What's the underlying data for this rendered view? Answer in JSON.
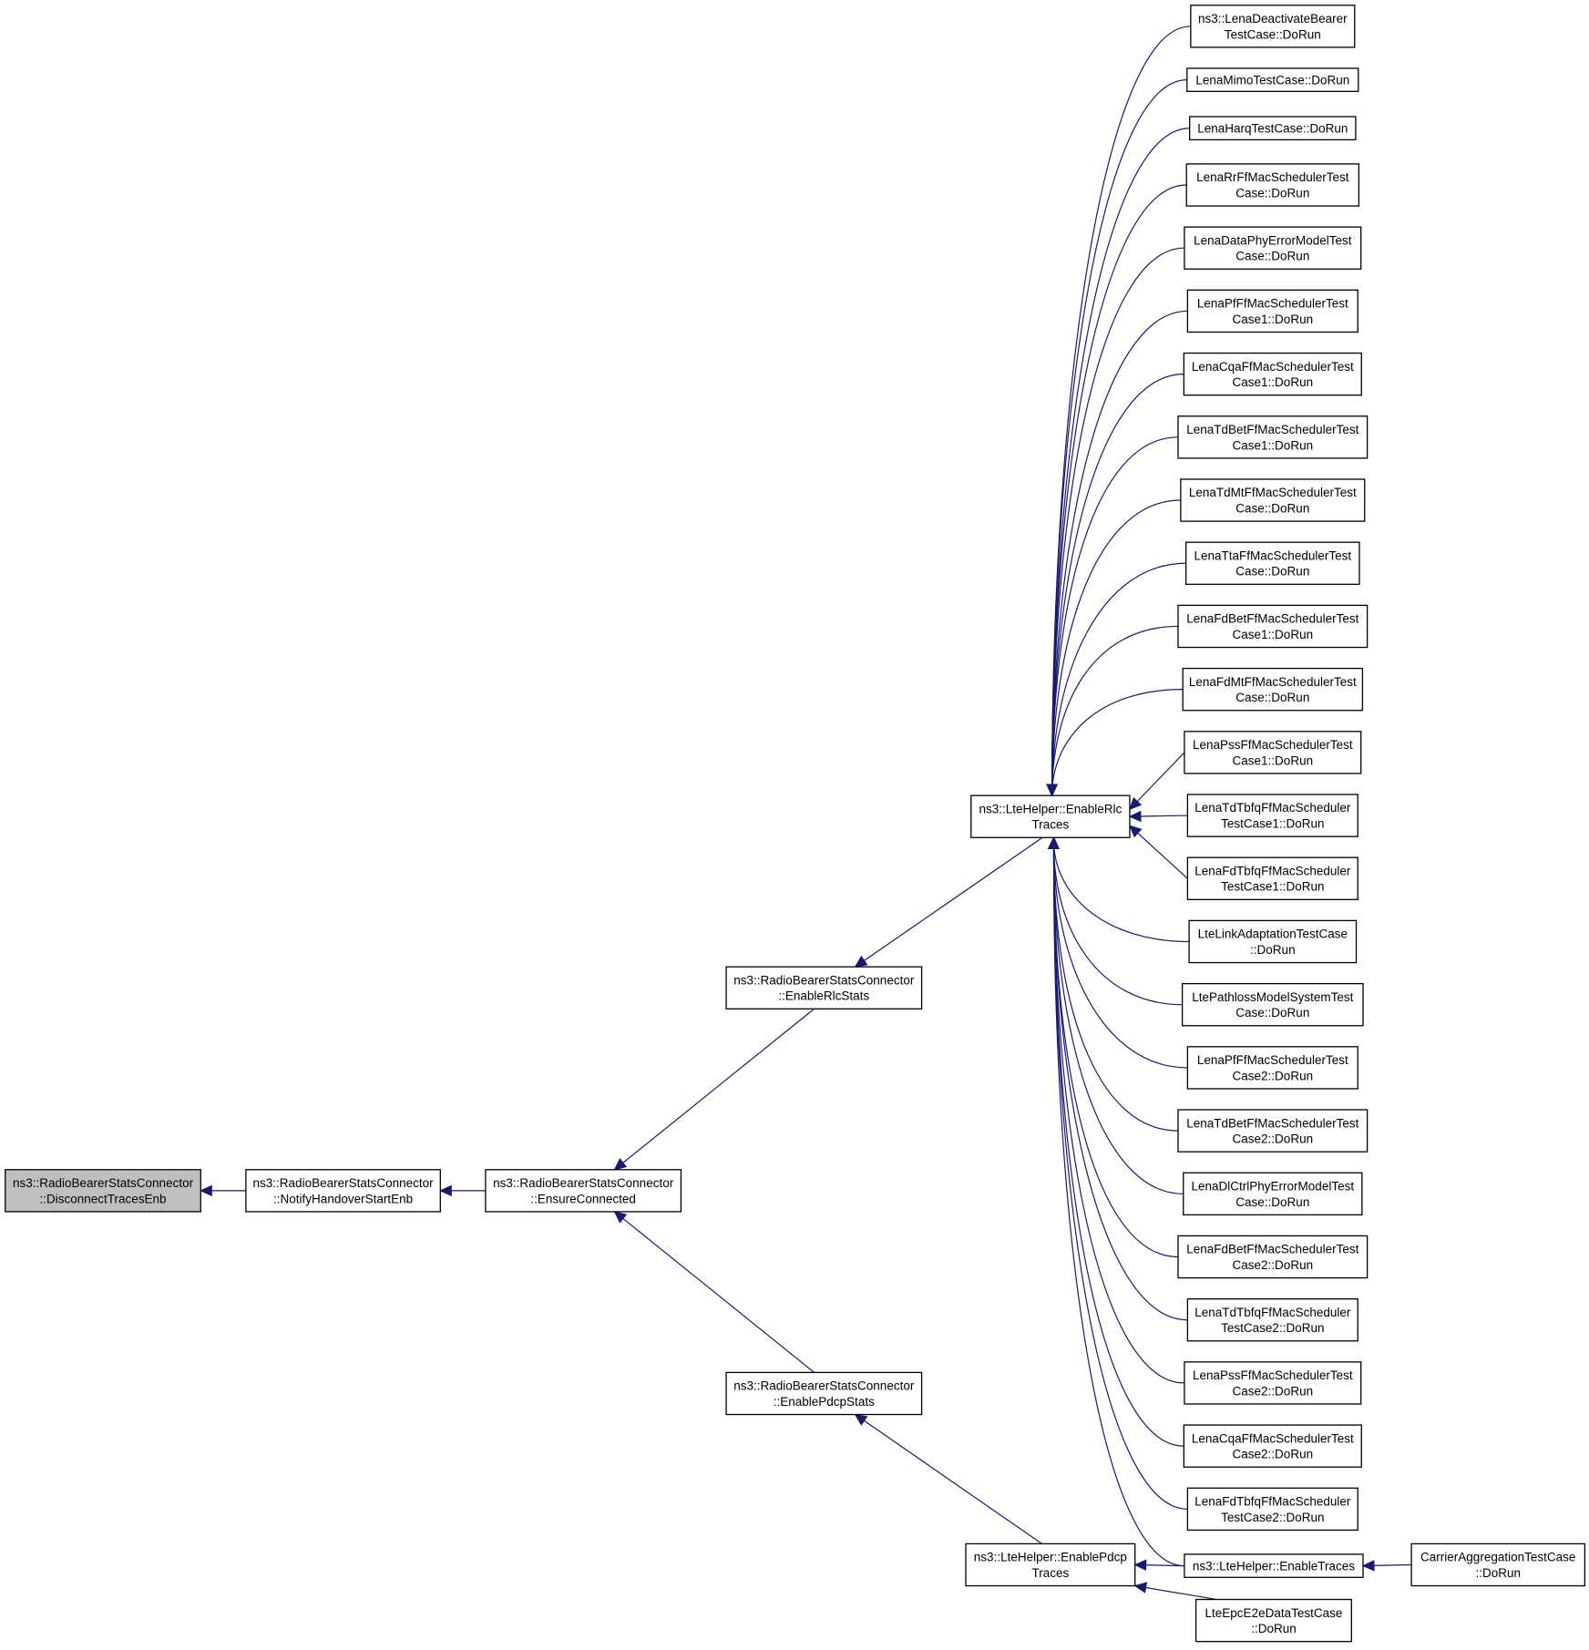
{
  "nodes": [
    {
      "id": "root",
      "lines": [
        "ns3::RadioBearerStatsConnector",
        "::DisconnectTracesEnb"
      ],
      "highlighted": true
    },
    {
      "id": "notify",
      "lines": [
        "ns3::RadioBearerStatsConnector",
        "::NotifyHandoverStartEnb"
      ]
    },
    {
      "id": "ensure",
      "lines": [
        "ns3::RadioBearerStatsConnector",
        "::EnsureConnected"
      ]
    },
    {
      "id": "rlcstats",
      "lines": [
        "ns3::RadioBearerStatsConnector",
        "::EnableRlcStats"
      ]
    },
    {
      "id": "pdcpstats",
      "lines": [
        "ns3::RadioBearerStatsConnector",
        "::EnablePdcpStats"
      ]
    },
    {
      "id": "rlctraces",
      "lines": [
        "ns3::LteHelper::EnableRlc",
        "Traces"
      ]
    },
    {
      "id": "pdcptraces",
      "lines": [
        "ns3::LteHelper::EnablePdcp",
        "Traces"
      ]
    },
    {
      "id": "t0",
      "lines": [
        "ns3::LenaDeactivateBearer",
        "TestCase::DoRun"
      ]
    },
    {
      "id": "t1",
      "lines": [
        "LenaMimoTestCase::DoRun"
      ]
    },
    {
      "id": "t2",
      "lines": [
        "LenaHarqTestCase::DoRun"
      ]
    },
    {
      "id": "t3",
      "lines": [
        "LenaRrFfMacSchedulerTest",
        "Case::DoRun"
      ]
    },
    {
      "id": "t4",
      "lines": [
        "LenaDataPhyErrorModelTest",
        "Case::DoRun"
      ]
    },
    {
      "id": "t5",
      "lines": [
        "LenaPfFfMacSchedulerTest",
        "Case1::DoRun"
      ]
    },
    {
      "id": "t6",
      "lines": [
        "LenaCqaFfMacSchedulerTest",
        "Case1::DoRun"
      ]
    },
    {
      "id": "t7",
      "lines": [
        "LenaTdBetFfMacSchedulerTest",
        "Case1::DoRun"
      ]
    },
    {
      "id": "t8",
      "lines": [
        "LenaTdMtFfMacSchedulerTest",
        "Case::DoRun"
      ]
    },
    {
      "id": "t9",
      "lines": [
        "LenaTtaFfMacSchedulerTest",
        "Case::DoRun"
      ]
    },
    {
      "id": "t10",
      "lines": [
        "LenaFdBetFfMacSchedulerTest",
        "Case1::DoRun"
      ]
    },
    {
      "id": "t11",
      "lines": [
        "LenaFdMtFfMacSchedulerTest",
        "Case::DoRun"
      ]
    },
    {
      "id": "t12",
      "lines": [
        "LenaPssFfMacSchedulerTest",
        "Case1::DoRun"
      ]
    },
    {
      "id": "t13",
      "lines": [
        "LenaTdTbfqFfMacScheduler",
        "TestCase1::DoRun"
      ]
    },
    {
      "id": "t14",
      "lines": [
        "LenaFdTbfqFfMacScheduler",
        "TestCase1::DoRun"
      ]
    },
    {
      "id": "t15",
      "lines": [
        "LteLinkAdaptationTestCase",
        "::DoRun"
      ]
    },
    {
      "id": "t16",
      "lines": [
        "LtePathlossModelSystemTest",
        "Case::DoRun"
      ]
    },
    {
      "id": "t17",
      "lines": [
        "LenaPfFfMacSchedulerTest",
        "Case2::DoRun"
      ]
    },
    {
      "id": "t18",
      "lines": [
        "LenaTdBetFfMacSchedulerTest",
        "Case2::DoRun"
      ]
    },
    {
      "id": "t19",
      "lines": [
        "LenaDlCtrlPhyErrorModelTest",
        "Case::DoRun"
      ]
    },
    {
      "id": "t20",
      "lines": [
        "LenaFdBetFfMacSchedulerTest",
        "Case2::DoRun"
      ]
    },
    {
      "id": "t21",
      "lines": [
        "LenaTdTbfqFfMacScheduler",
        "TestCase2::DoRun"
      ]
    },
    {
      "id": "t22",
      "lines": [
        "LenaPssFfMacSchedulerTest",
        "Case2::DoRun"
      ]
    },
    {
      "id": "t23",
      "lines": [
        "LenaCqaFfMacSchedulerTest",
        "Case2::DoRun"
      ]
    },
    {
      "id": "t24",
      "lines": [
        "LenaFdTbfqFfMacScheduler",
        "TestCase2::DoRun"
      ]
    },
    {
      "id": "enabletraces",
      "lines": [
        "ns3::LteHelper::EnableTraces"
      ]
    },
    {
      "id": "e2e",
      "lines": [
        "LteEpcE2eDataTestCase",
        "::DoRun"
      ]
    },
    {
      "id": "carrier",
      "lines": [
        "CarrierAggregationTestCase",
        "::DoRun"
      ]
    }
  ],
  "edges": [
    {
      "from": "notify",
      "to": "root"
    },
    {
      "from": "ensure",
      "to": "notify"
    },
    {
      "from": "rlcstats",
      "to": "ensure"
    },
    {
      "from": "pdcpstats",
      "to": "ensure"
    },
    {
      "from": "rlctraces",
      "to": "rlcstats"
    },
    {
      "from": "pdcptraces",
      "to": "pdcpstats"
    },
    {
      "from": "t0",
      "to": "rlctraces"
    },
    {
      "from": "t1",
      "to": "rlctraces"
    },
    {
      "from": "t2",
      "to": "rlctraces"
    },
    {
      "from": "t3",
      "to": "rlctraces"
    },
    {
      "from": "t4",
      "to": "rlctraces"
    },
    {
      "from": "t5",
      "to": "rlctraces"
    },
    {
      "from": "t6",
      "to": "rlctraces"
    },
    {
      "from": "t7",
      "to": "rlctraces"
    },
    {
      "from": "t8",
      "to": "rlctraces"
    },
    {
      "from": "t9",
      "to": "rlctraces"
    },
    {
      "from": "t10",
      "to": "rlctraces"
    },
    {
      "from": "t11",
      "to": "rlctraces"
    },
    {
      "from": "t12",
      "to": "rlctraces"
    },
    {
      "from": "t13",
      "to": "rlctraces"
    },
    {
      "from": "t14",
      "to": "rlctraces"
    },
    {
      "from": "t15",
      "to": "rlctraces"
    },
    {
      "from": "t16",
      "to": "rlctraces"
    },
    {
      "from": "t17",
      "to": "rlctraces"
    },
    {
      "from": "t18",
      "to": "rlctraces"
    },
    {
      "from": "t19",
      "to": "rlctraces"
    },
    {
      "from": "t20",
      "to": "rlctraces"
    },
    {
      "from": "t21",
      "to": "rlctraces"
    },
    {
      "from": "t22",
      "to": "rlctraces"
    },
    {
      "from": "t23",
      "to": "rlctraces"
    },
    {
      "from": "t24",
      "to": "rlctraces"
    },
    {
      "from": "enabletraces",
      "to": "rlctraces"
    },
    {
      "from": "enabletraces",
      "to": "pdcptraces"
    },
    {
      "from": "e2e",
      "to": "pdcptraces"
    },
    {
      "from": "carrier",
      "to": "enabletraces"
    }
  ],
  "colors": {
    "edge": "#191970",
    "highlight": "#bfbfbf",
    "border": "#000000"
  }
}
